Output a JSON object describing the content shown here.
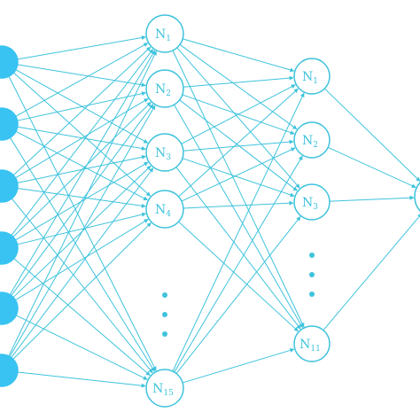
{
  "colors": {
    "stroke": "#3ec3dc",
    "input_fill": "#38c3f2",
    "node_fill": "#ffffff",
    "text": "#3ec3dc",
    "background": "#ffffff"
  },
  "layers": [
    {
      "id": "input",
      "nodes": [
        {
          "id": "i1",
          "label": "",
          "sub": ""
        },
        {
          "id": "i2",
          "label": "",
          "sub": ""
        },
        {
          "id": "i3",
          "label": "",
          "sub": ""
        },
        {
          "id": "i4",
          "label": "",
          "sub": ""
        },
        {
          "id": "i5",
          "label": "",
          "sub": ""
        },
        {
          "id": "i6",
          "label": "",
          "sub": ""
        }
      ]
    },
    {
      "id": "hidden1",
      "nodes": [
        {
          "id": "h1_1",
          "label": "N",
          "sub": "1"
        },
        {
          "id": "h1_2",
          "label": "N",
          "sub": "2"
        },
        {
          "id": "h1_3",
          "label": "N",
          "sub": "3"
        },
        {
          "id": "h1_4",
          "label": "N",
          "sub": "4"
        },
        {
          "id": "h1_15",
          "label": "N",
          "sub": "15"
        }
      ],
      "ellipsis": "⋮"
    },
    {
      "id": "hidden2",
      "nodes": [
        {
          "id": "h2_1",
          "label": "N",
          "sub": "1"
        },
        {
          "id": "h2_2",
          "label": "N",
          "sub": "2"
        },
        {
          "id": "h2_3",
          "label": "N",
          "sub": "3"
        },
        {
          "id": "h2_11",
          "label": "N",
          "sub": "11"
        }
      ],
      "ellipsis": "⋮"
    },
    {
      "id": "output",
      "nodes": [
        {
          "id": "o1",
          "label": "",
          "sub": ""
        }
      ]
    }
  ]
}
